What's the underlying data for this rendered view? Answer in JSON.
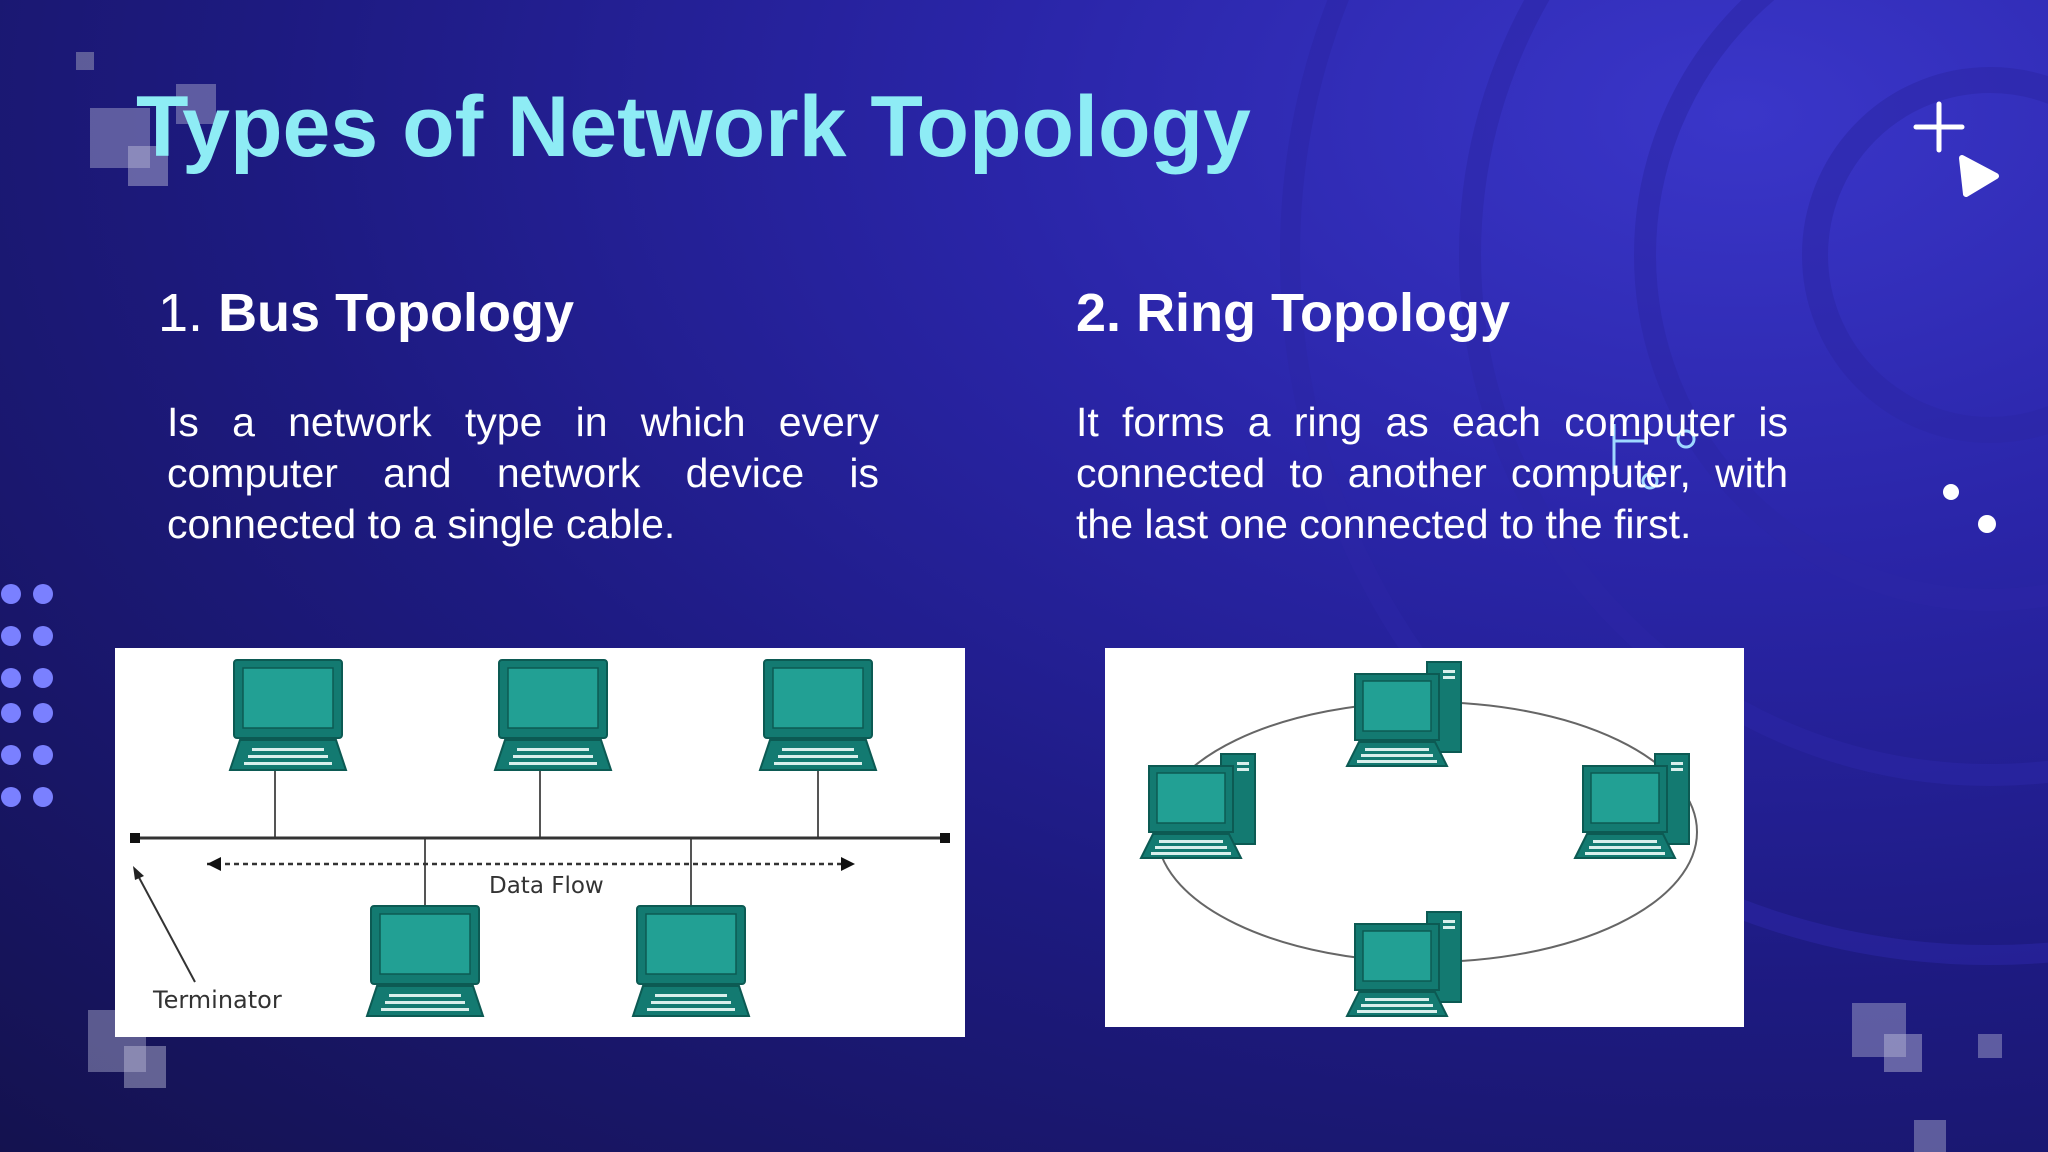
{
  "slide": {
    "title": "Types of Network Topology"
  },
  "sections": [
    {
      "number": "1.",
      "name": "Bus Topology",
      "description": "Is a network type in which every computer and network device is connected to a single cable."
    },
    {
      "number": "2.",
      "name": "Ring Topology",
      "description": "It forms a ring as each computer is connected to another computer, with the last one connected to the first."
    }
  ],
  "bus_diagram": {
    "flow_label": "Data Flow",
    "terminator_label": "Terminator"
  },
  "colors": {
    "title": "#8eecf5",
    "computer": "#1a8a80",
    "background": "#1d1a80"
  }
}
